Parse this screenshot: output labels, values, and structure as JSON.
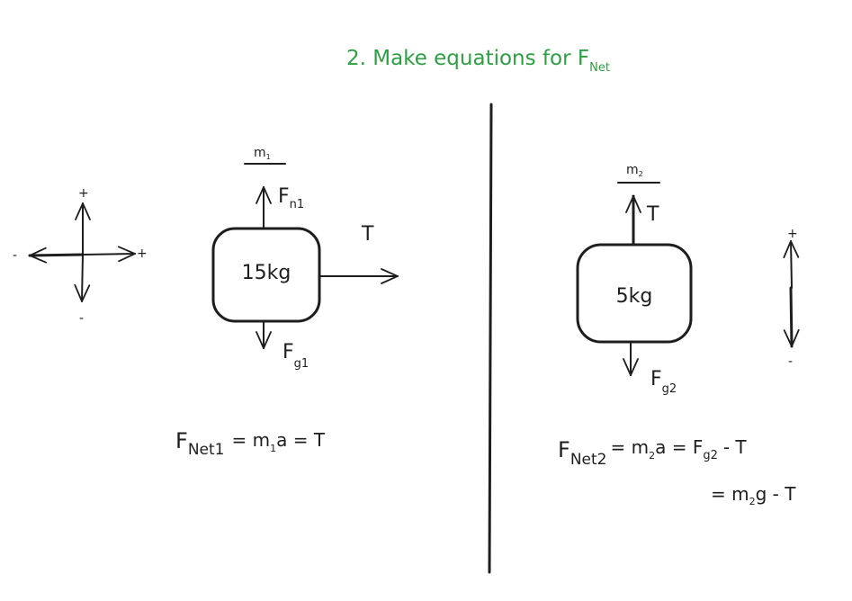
{
  "title": {
    "text": "2. Make equations for F",
    "sub": "Net"
  },
  "left_axes": {
    "plus_up": "+",
    "minus_down": "-",
    "minus_left": "-",
    "plus_right": "+"
  },
  "block1": {
    "mass_label": "m",
    "mass_sub": "1",
    "mass": "15kg",
    "normal_force": "F",
    "normal_force_sub": "n1",
    "gravity_force": "F",
    "gravity_force_sub": "g1",
    "tension": "T"
  },
  "equation1": {
    "f": "F",
    "f_sub": "Net1",
    "eq1": "= m",
    "m_sub": "1",
    "rest": "a = T"
  },
  "block2": {
    "mass_label": "m",
    "mass_sub": "2",
    "mass": "5kg",
    "tension": "T",
    "gravity_force": "F",
    "gravity_force_sub": "g2"
  },
  "right_axis": {
    "plus": "+",
    "minus": "-"
  },
  "equation2": {
    "f": "F",
    "f_sub": "Net2",
    "eq1": "= m",
    "m_sub": "2",
    "eq2": "a = F",
    "fg_sub": "g2",
    "rest": "- T",
    "line2_eq": "= m",
    "line2_m_sub": "2",
    "line2_rest": "g  - T"
  }
}
